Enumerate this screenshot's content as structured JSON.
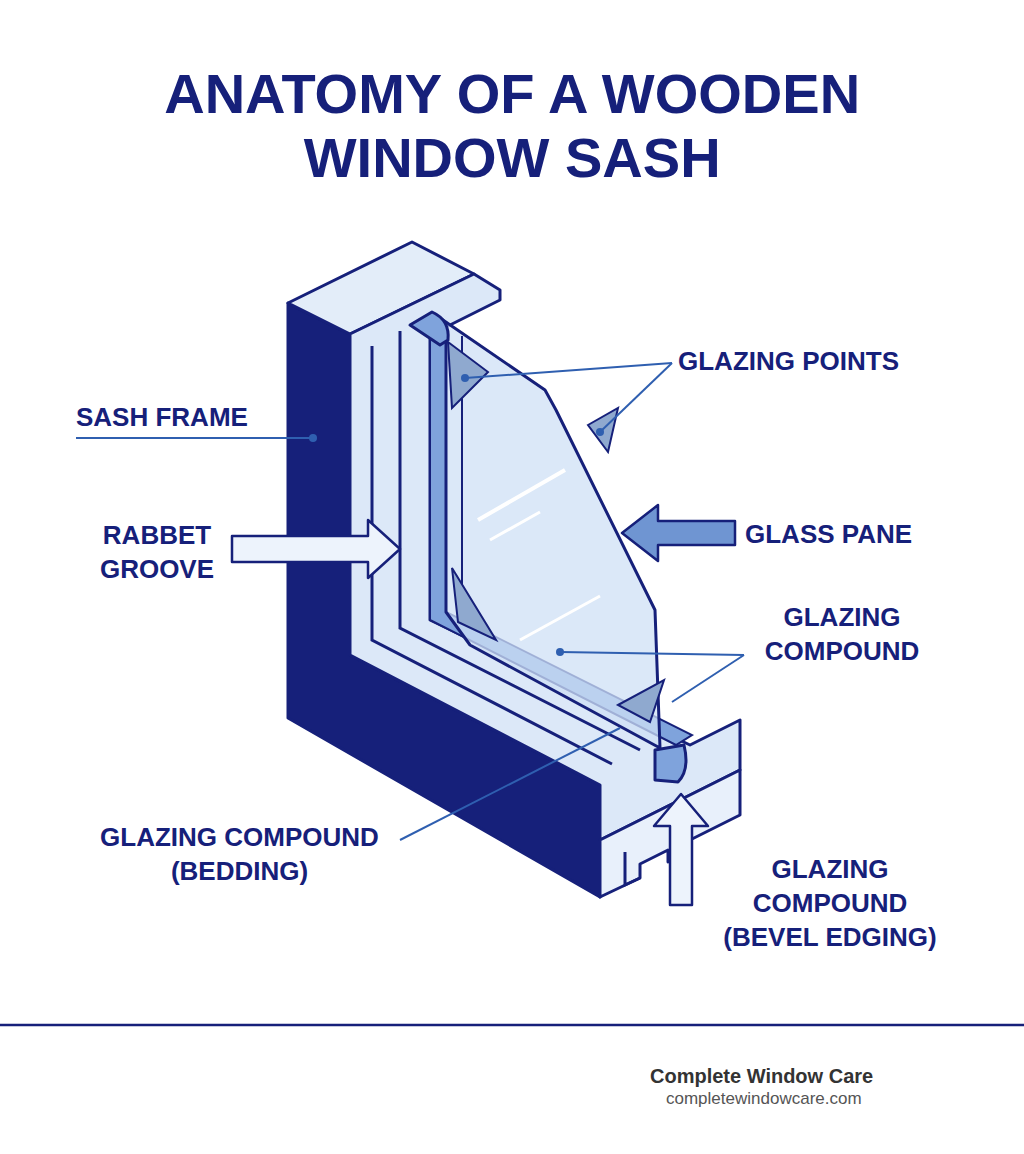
{
  "diagram": {
    "title": "ANATOMY OF A WOODEN WINDOW SASH",
    "labels": [
      "SASH FRAME",
      "RABBET GROOVE",
      "GLAZING POINTS",
      "GLASS PANE",
      "GLAZING COMPOUND",
      "GLAZING COMPOUND (BEDDING)",
      "GLAZING COMPOUND (BEVEL EDGING)",
      "Complete Window Care",
      "completewindowcare.com"
    ]
  }
}
